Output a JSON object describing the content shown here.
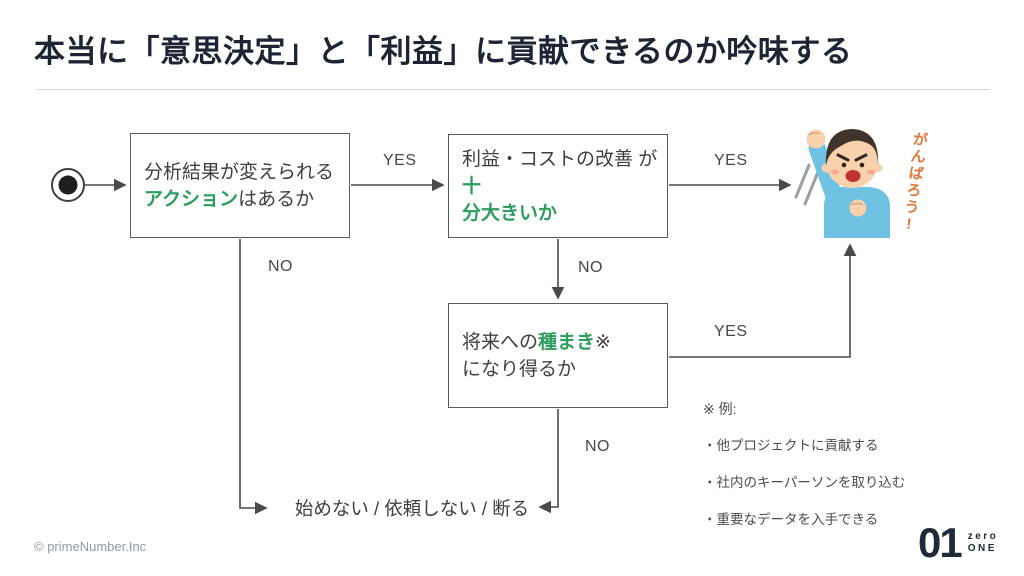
{
  "title": "本当に「意思決定」と「利益」に貢献できるのか吟味する",
  "flow": {
    "box1": {
      "line1": "分析結果が変えられる",
      "green": "アクション",
      "rest": "はあるか"
    },
    "box2": {
      "black": "利益・コストの改善 が",
      "green1": "十",
      "green2": "分大きいか"
    },
    "box3": {
      "black": "将来への",
      "green": "種まき",
      "ref_mark": "※",
      "line2": "になり得るか"
    },
    "yes": "YES",
    "no": "NO",
    "reject": "始めない / 依頼しない / 断る"
  },
  "notes": {
    "heading": "※ 例:",
    "items": [
      "・他プロジェクトに貢献する",
      "・社内のキーパーソンを取り込む",
      "・重要なデータを入手できる"
    ]
  },
  "cheer_text": "がんばろう!",
  "footer": {
    "copyright": "© primeNumber.Inc",
    "logo_numbers": "01",
    "logo_zero": "zero",
    "logo_one": "ONE"
  },
  "colors": {
    "green": "#2b9d5c",
    "line": "#4a4a4a",
    "title": "#1e2433",
    "orange": "#e4763b",
    "navy": "#1d2a37"
  }
}
